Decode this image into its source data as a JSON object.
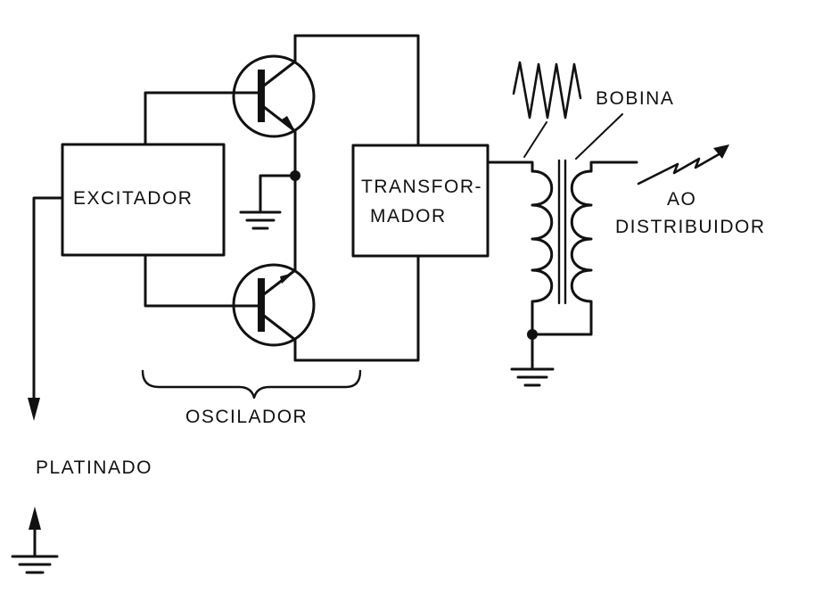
{
  "labels": {
    "excitador": "EXCITADOR",
    "transformador_1": "TRANSFOR-",
    "transformador_2": "MADOR",
    "bobina": "BOBINA",
    "ao": "AO",
    "distribuidor": "DISTRIBUIDOR",
    "oscilador": "OSCILADOR",
    "platinado": "PLATINADO"
  },
  "colors": {
    "ink": "#111111",
    "background": "#ffffff"
  }
}
